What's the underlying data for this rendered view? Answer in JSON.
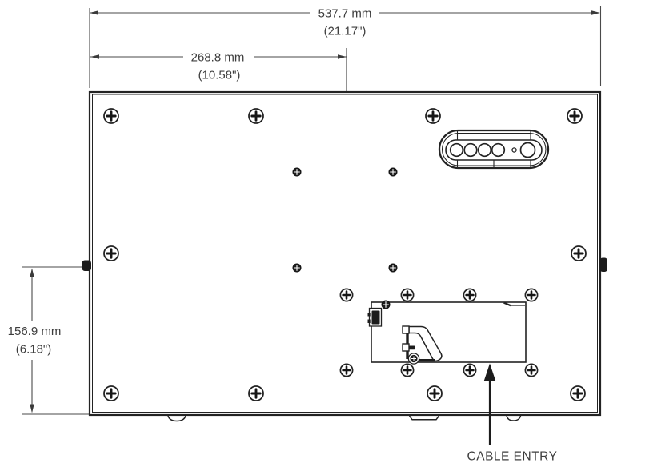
{
  "title": "Rear panel dimension drawing",
  "dims": {
    "width_mm": "537.7 mm",
    "width_in": "(21.17\")",
    "offset_mm": "268.8 mm",
    "offset_in": "(10.58\")",
    "height_mm": "156.9 mm",
    "height_in": "(6.18\")"
  },
  "labels": {
    "cable_entry": "CABLE ENTRY"
  },
  "parts": {
    "corner_screws": 10,
    "vesa_screws": 4,
    "recess_screws": 8,
    "control_buttons": 5,
    "feet": 3,
    "side_knobs": 2
  },
  "colors": {
    "line": "#232323",
    "dim_line": "#4a4a4a",
    "text": "#3d3d3d",
    "dark_fill": "#1c1c1c",
    "background": "#ffffff"
  }
}
